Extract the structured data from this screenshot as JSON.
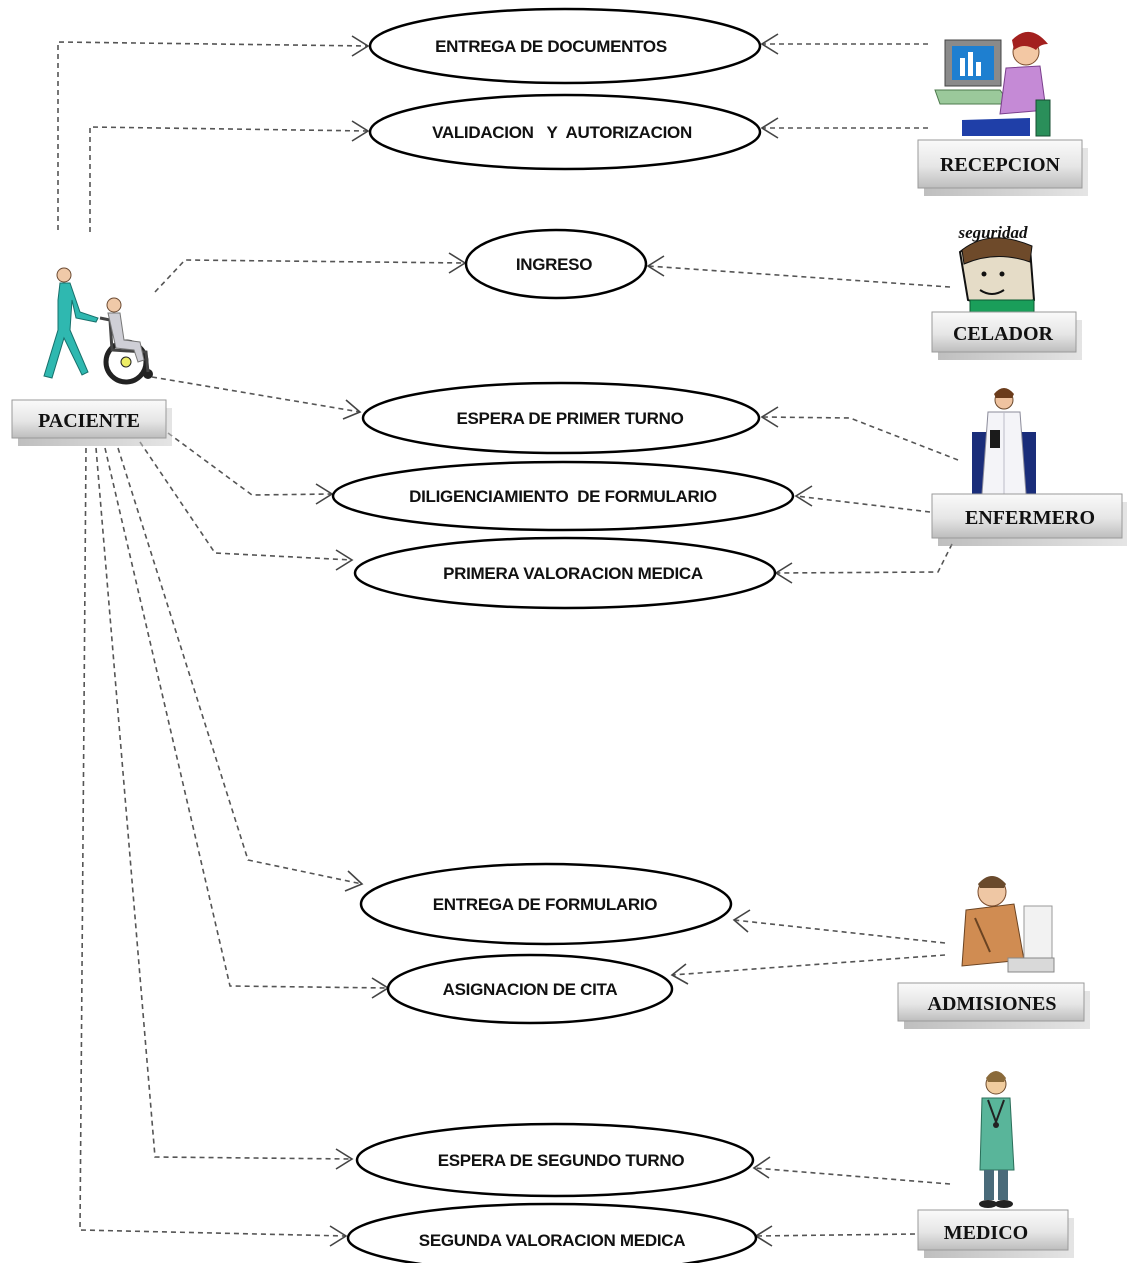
{
  "use_cases": [
    {
      "id": "entrega-documentos",
      "label": "ENTREGA DE DOCUMENTOS"
    },
    {
      "id": "validacion",
      "label": "VALIDACION   Y  AUTORIZACION"
    },
    {
      "id": "ingreso",
      "label": "INGRESO"
    },
    {
      "id": "espera-primer-turno",
      "label": "ESPERA DE PRIMER TURNO"
    },
    {
      "id": "diligenciamiento",
      "label": "DILIGENCIAMIENTO  DE FORMULARIO"
    },
    {
      "id": "primera-valoracion",
      "label": "PRIMERA VALORACION MEDICA"
    },
    {
      "id": "entrega-formulario",
      "label": "ENTREGA DE FORMULARIO"
    },
    {
      "id": "asignacion-cita",
      "label": "ASIGNACION DE CITA"
    },
    {
      "id": "espera-segundo-turno",
      "label": "ESPERA DE SEGUNDO TURNO"
    },
    {
      "id": "segunda-valoracion",
      "label": "SEGUNDA VALORACION MEDICA"
    }
  ],
  "actors": [
    {
      "id": "paciente",
      "label": "PACIENTE",
      "icon": "patient-wheelchair-icon"
    },
    {
      "id": "recepcion",
      "label": "RECEPCION",
      "icon": "receptionist-computer-icon"
    },
    {
      "id": "celador",
      "label": "CELADOR",
      "icon": "security-guard-icon"
    },
    {
      "id": "enfermero",
      "label": "ENFERMERO",
      "icon": "nurse-icon"
    },
    {
      "id": "admisiones",
      "label": "ADMISIONES",
      "icon": "admissions-clerk-icon"
    },
    {
      "id": "medico",
      "label": "MEDICO",
      "icon": "doctor-icon"
    }
  ],
  "security_icon_text": "seguridad",
  "colors": {
    "ellipse_stroke": "#000000",
    "connector": "#555555",
    "box_top": "#fafafa",
    "box_bottom": "#c8c8c8"
  }
}
